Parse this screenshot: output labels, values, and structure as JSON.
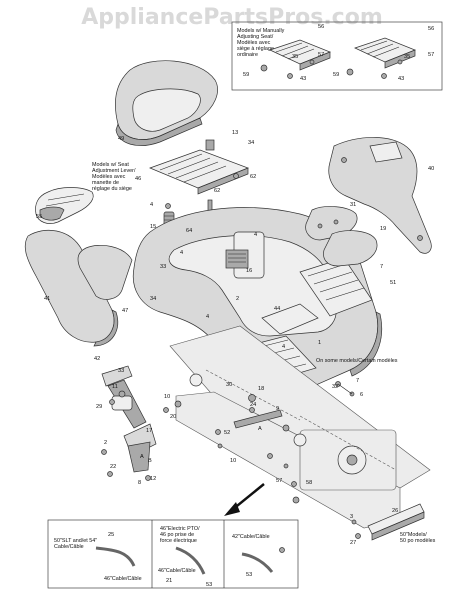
{
  "watermark": "AppliancePartsPros.com",
  "notes": {
    "manual_seat": [
      "Models w/ Manually",
      "Adjusting Seat/",
      "Modèles avec",
      "siège à réglage",
      "ordinaire"
    ],
    "seat_lever": [
      "Models w/ Seat",
      "Adjustment Lever/",
      "Modèles avec",
      "manette de",
      "réglage du siège"
    ],
    "some_models": "On some models/Certain modèles",
    "cable_50": [
      "50\"SLT and/et 54\"",
      "Cable/Câble"
    ],
    "cable_46_a": "46\"Cable/Câble",
    "cable_46_electric": [
      "46\"Electric PTO/",
      "46 po prise de",
      "force électrique"
    ],
    "cable_46_b": "46\"Cable/Câble",
    "cable_42": "42\"Cable/Câble",
    "models_50": [
      "50\"Models/",
      "50 po modèles"
    ]
  },
  "callouts": [
    "56",
    "57",
    "35",
    "59",
    "43",
    "56",
    "57",
    "35",
    "59",
    "43",
    "49",
    "13",
    "34",
    "46",
    "62",
    "62",
    "4",
    "15",
    "64",
    "4",
    "33",
    "55",
    "41",
    "47",
    "34",
    "4",
    "16",
    "2",
    "4",
    "31",
    "19",
    "7",
    "51",
    "40",
    "44",
    "4",
    "42",
    "1",
    "33",
    "11",
    "30",
    "8",
    "10",
    "29",
    "20",
    "17",
    "2",
    "22",
    "12",
    "B",
    "A",
    "A",
    "24",
    "18",
    "9",
    "52",
    "10",
    "57",
    "58",
    "32",
    "7",
    "6",
    "25",
    "53",
    "21",
    "26",
    "3",
    "27",
    "53"
  ]
}
